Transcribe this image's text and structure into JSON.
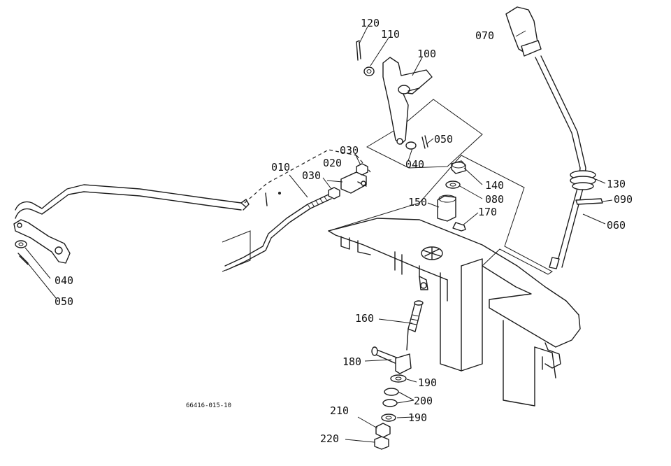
{
  "diagram": {
    "drawing_code": "66416-015-10",
    "part_labels": {
      "p010": "010",
      "p020": "020",
      "p030a": "030",
      "p030b": "030",
      "p040a": "040",
      "p040b": "040",
      "p050a": "050",
      "p050b": "050",
      "p060": "060",
      "p070": "070",
      "p080": "080",
      "p090": "090",
      "p100": "100",
      "p110": "110",
      "p120": "120",
      "p130": "130",
      "p140": "140",
      "p150": "150",
      "p160": "160",
      "p170": "170",
      "p180": "180",
      "p190a": "190",
      "p190b": "190",
      "p200": "200",
      "p210": "210",
      "p220": "220"
    }
  }
}
